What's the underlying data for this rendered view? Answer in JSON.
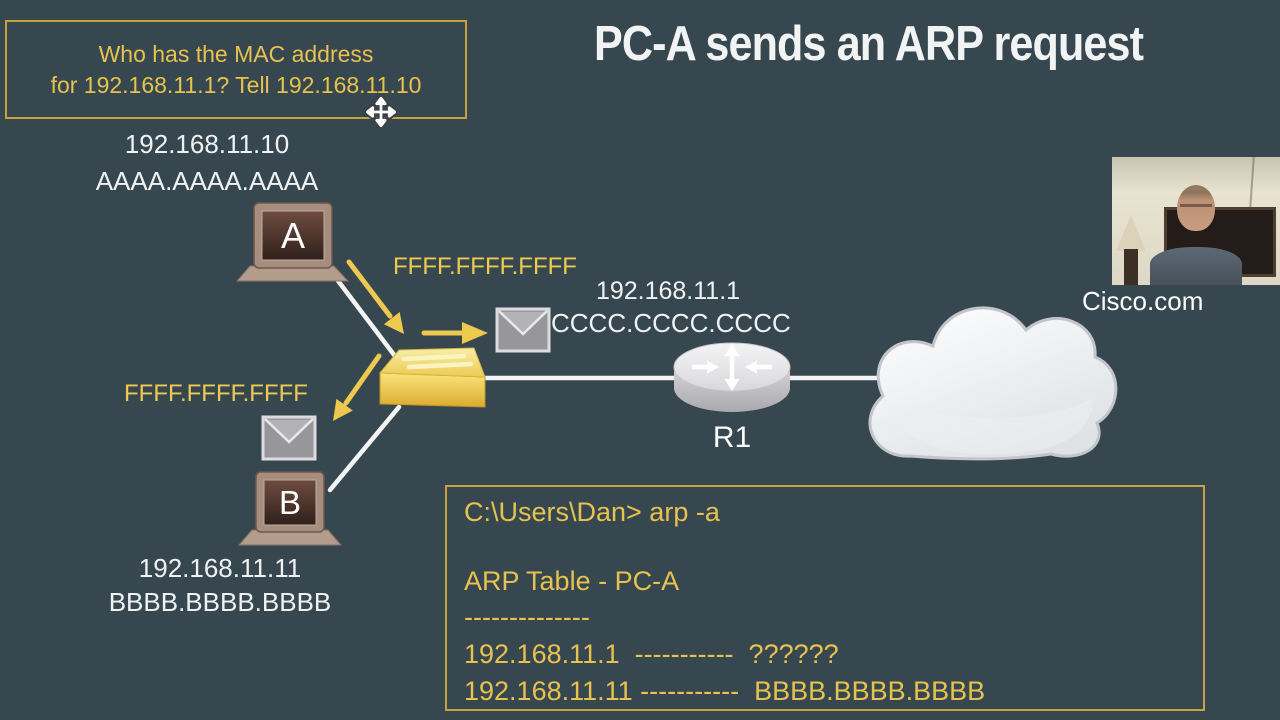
{
  "slide": {
    "title": "PC-A sends an ARP request"
  },
  "bubble": {
    "line1": "Who has the MAC address",
    "line2": "for 192.168.11.1? Tell 192.168.11.10"
  },
  "pc_a": {
    "label": "A",
    "ip": "192.168.11.10",
    "mac": "AAAA.AAAA.AAAA"
  },
  "pc_b": {
    "label": "B",
    "ip": "192.168.11.11",
    "mac": "BBBB.BBBB.BBBB"
  },
  "router": {
    "label": "R1",
    "ip": "192.168.11.1",
    "mac": "CCCC.CCCC.CCCC"
  },
  "broadcast": {
    "mac_top": "FFFF.FFFF.FFFF",
    "mac_left": "FFFF.FFFF.FFFF"
  },
  "terminal": {
    "prompt": "C:\\Users\\Dan> arp -a",
    "table_title": "ARP Table - PC-A",
    "divider": "--------------",
    "row1": "192.168.11.1  -----------  ??????",
    "row2": "192.168.11.11 -----------  BBBB.BBBB.BBBB"
  },
  "webcam": {
    "caption": "Cisco.com"
  },
  "icons": [
    "laptop-icon",
    "switch-icon",
    "router-icon",
    "cloud-icon",
    "envelope-icon",
    "arrow-icon",
    "move-cursor-icon"
  ],
  "colors": {
    "background": "#374750",
    "gold_text": "#e7c24f",
    "gold_border": "#c7a33d",
    "arrow_yellow": "#eec94f",
    "white_text": "#f0f2f2",
    "switch_yellow": "#eecd55"
  }
}
